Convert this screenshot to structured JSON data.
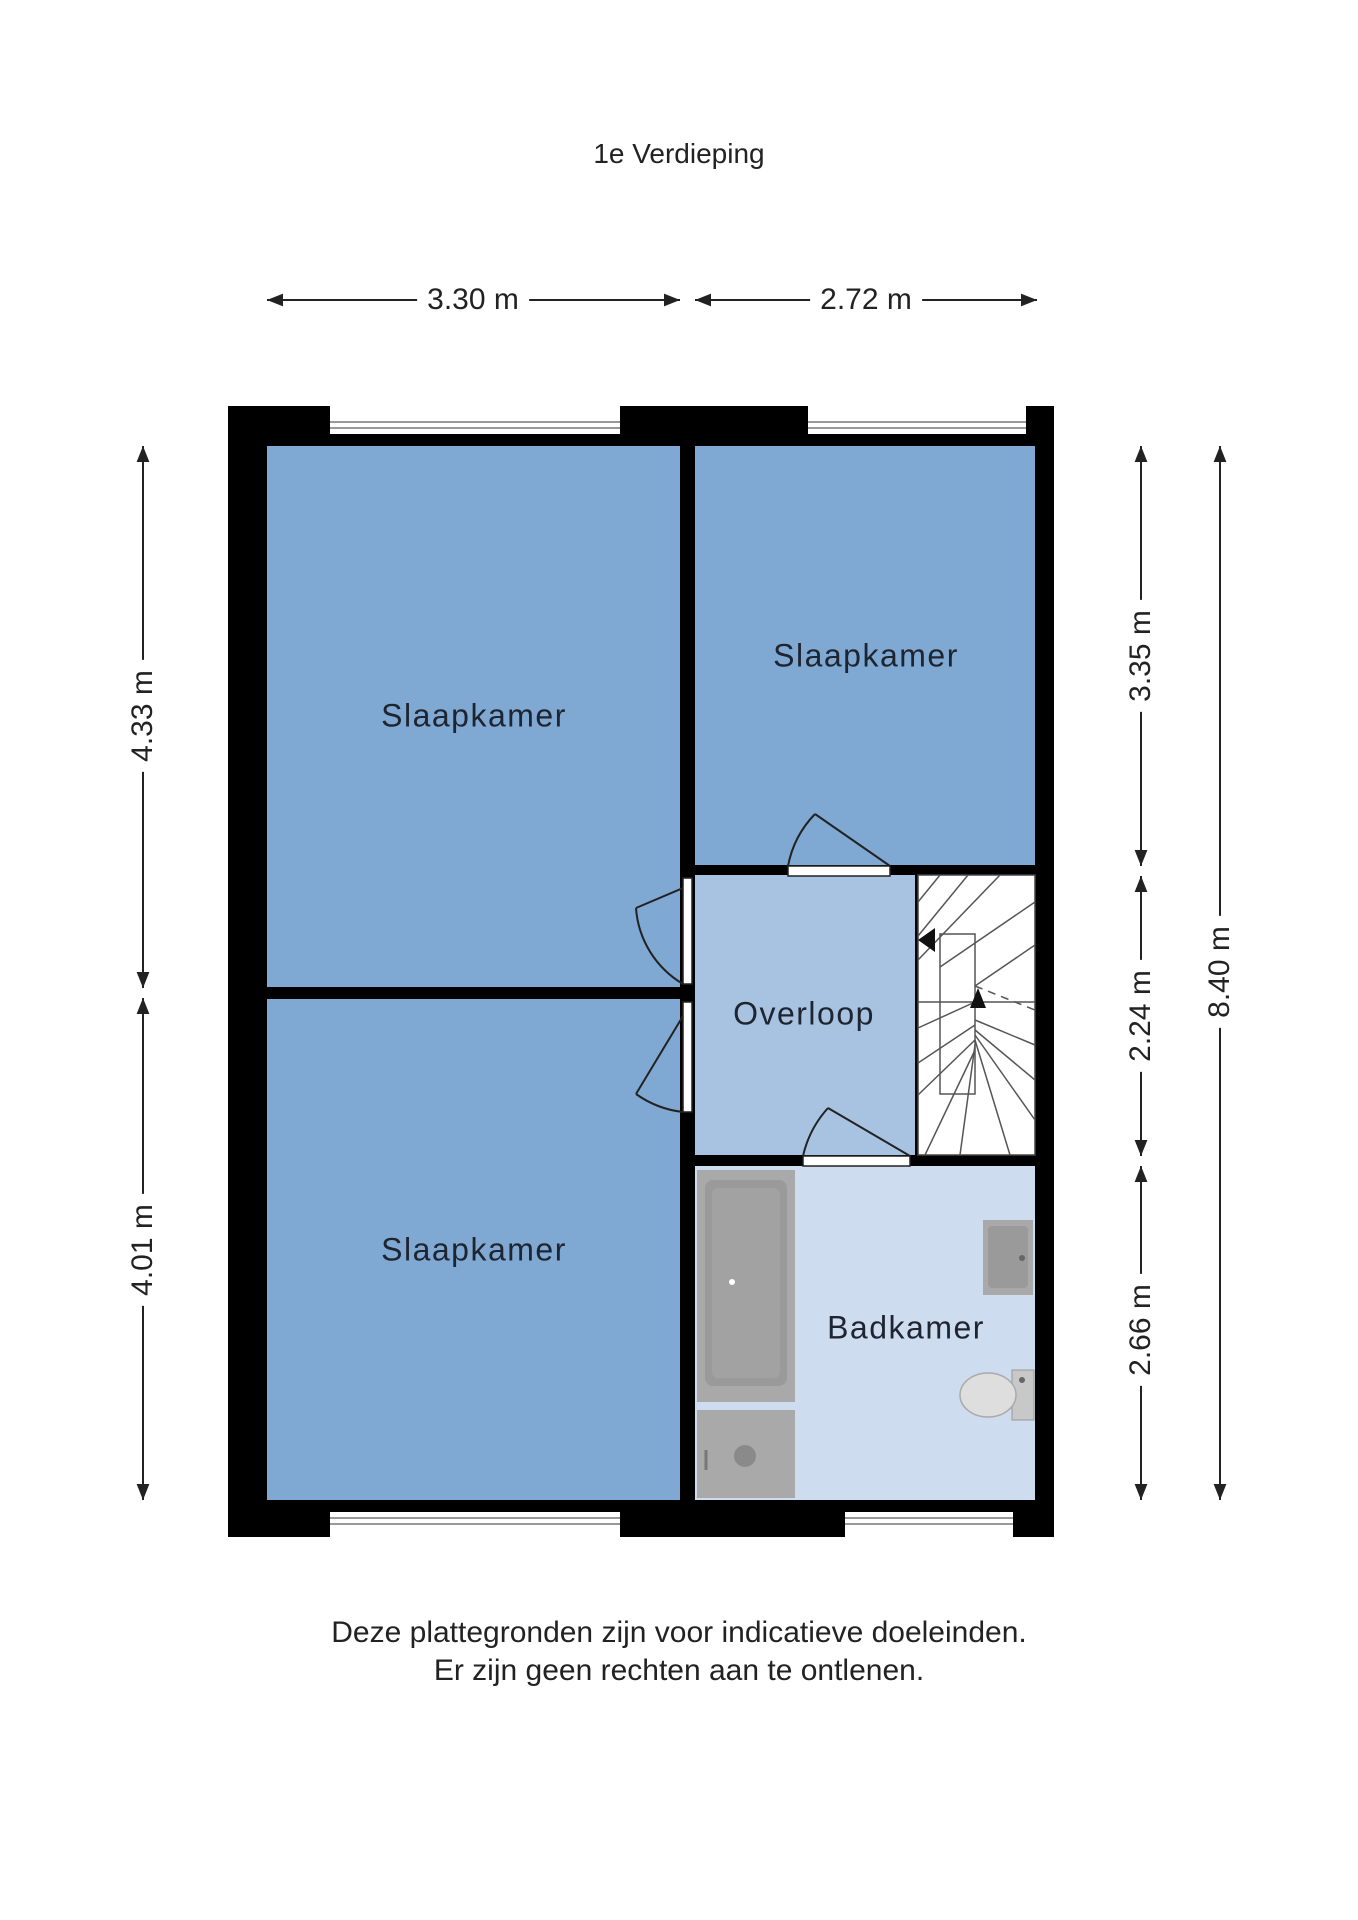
{
  "floor_title": "1e Verdieping",
  "dimensions": {
    "top_left": "3.30 m",
    "top_right": "2.72 m",
    "left_upper": "4.33 m",
    "left_lower": "4.01 m",
    "right_upper": "3.35 m",
    "right_middle": "2.24 m",
    "right_lower": "2.66 m",
    "right_total": "8.40 m"
  },
  "rooms": {
    "bedroom_top_left": "Slaapkamer",
    "bedroom_top_right": "Slaapkamer",
    "bedroom_bottom_left": "Slaapkamer",
    "landing": "Overloop",
    "bathroom": "Badkamer"
  },
  "disclaimer": {
    "line1": "Deze plattegronden zijn voor indicatieve doeleinden.",
    "line2": "Er zijn geen rechten aan te ontlenen."
  },
  "colors": {
    "bedroom": "#7fa9d3",
    "landing": "#a7c3e1",
    "bathroom": "#cddcef",
    "wall": "#000000",
    "fixture": "#a9a9a9"
  }
}
